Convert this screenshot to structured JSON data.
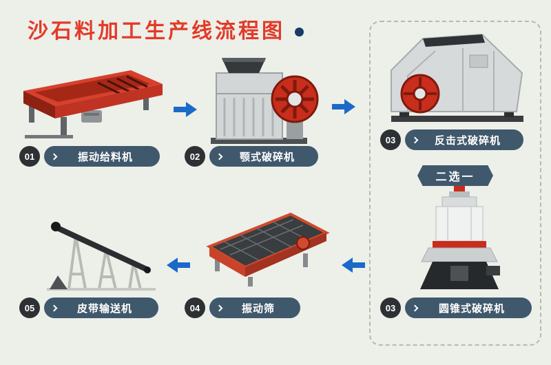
{
  "title": {
    "text": "沙石料加工生产线流程图"
  },
  "choice_banner": {
    "text": "二选一"
  },
  "steps": [
    {
      "num": "01",
      "label": "振动给料机"
    },
    {
      "num": "02",
      "label": "颚式破碎机"
    },
    {
      "num": "03",
      "label": "反击式破碎机"
    },
    {
      "num": "03",
      "label": "圆锥式破碎机"
    },
    {
      "num": "04",
      "label": "振动筛"
    },
    {
      "num": "05",
      "label": "皮带输送机"
    }
  ],
  "illustrations": {
    "feeder": "vibrating-feeder",
    "jaw": "jaw-crusher",
    "impact": "impact-crusher",
    "cone": "cone-crusher",
    "screen": "vibrating-screen",
    "belt": "belt-conveyor"
  },
  "colors": {
    "bg": "#edefe9",
    "title-red": "#e23a28",
    "dot-navy": "#1a3b66",
    "arrow-blue": "#1b69c8",
    "pill": "#40586b",
    "circle-dark": "#2d3134",
    "dashed-border": "#b5bab1"
  }
}
